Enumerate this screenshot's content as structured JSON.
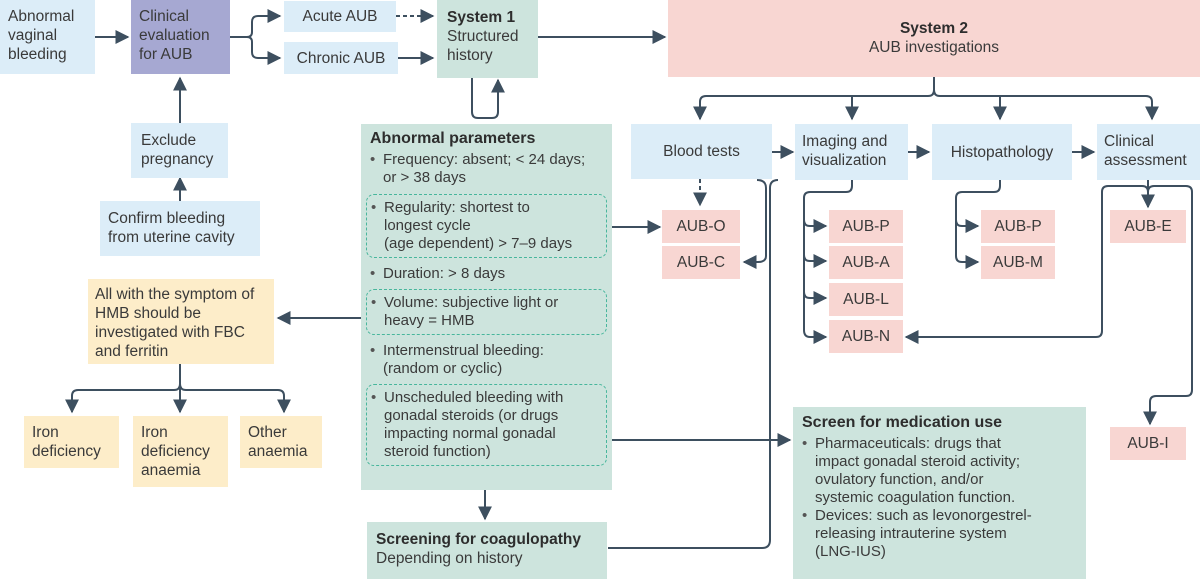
{
  "start": [
    "Abnormal",
    "vaginal",
    "bleeding"
  ],
  "clinical_eval": [
    "Clinical",
    "evaluation",
    "for AUB"
  ],
  "acute": "Acute AUB",
  "chronic": "Chronic AUB",
  "system1": {
    "title": "System 1",
    "lines": [
      "Structured",
      "history"
    ]
  },
  "system2": {
    "title": "System 2",
    "subtitle": "AUB investigations"
  },
  "exclude": [
    "Exclude",
    "pregnancy"
  ],
  "confirm": [
    "Confirm bleeding",
    "from uterine cavity"
  ],
  "params": {
    "title": "Abnormal parameters",
    "frequency": [
      "Frequency: absent; < 24 days;",
      "or > 38 days"
    ],
    "regularity": [
      "Regularity: shortest to",
      "longest cycle",
      "(age dependent) > 7–9 days"
    ],
    "duration": "Duration: > 8 days",
    "volume": [
      "Volume: subjective light or",
      "heavy = HMB"
    ],
    "intermenstrual": [
      "Intermenstrual bleeding:",
      "(random or cyclic)"
    ],
    "unscheduled": [
      "Unscheduled bleeding with",
      "gonadal steroids (or drugs",
      "impacting normal gonadal",
      "steroid function)"
    ]
  },
  "hmb": [
    "All with the symptom of",
    "HMB should be",
    "investigated with FBC",
    "and ferritin"
  ],
  "iron_def": [
    "Iron",
    "deficiency"
  ],
  "iron_anaemia": [
    "Iron",
    "deficiency",
    "anaemia"
  ],
  "other_anaemia": [
    "Other",
    "anaemia"
  ],
  "coag": {
    "title": "Screening for coagulopathy",
    "sub": "Depending on history"
  },
  "investigations": {
    "blood": "Blood tests",
    "imaging": [
      "Imaging and",
      "visualization"
    ],
    "histo": "Histopathology",
    "clinical": [
      "Clinical",
      "assessment"
    ]
  },
  "aub": {
    "o": "AUB-O",
    "c": "AUB-C",
    "p1": "AUB-P",
    "a": "AUB-A",
    "l": "AUB-L",
    "n": "AUB-N",
    "p2": "AUB-P",
    "m": "AUB-M",
    "e": "AUB-E",
    "i": "AUB-I"
  },
  "medication": {
    "title": "Screen for medication use",
    "pharma": [
      "Pharmaceuticals: drugs that",
      "impact gonadal steroid activity;",
      "ovulatory function, and/or",
      "systemic coagulation function."
    ],
    "devices": [
      "Devices: such as levonorgestrel-",
      "releasing intrauterine system",
      "(LNG-IUS)"
    ]
  }
}
